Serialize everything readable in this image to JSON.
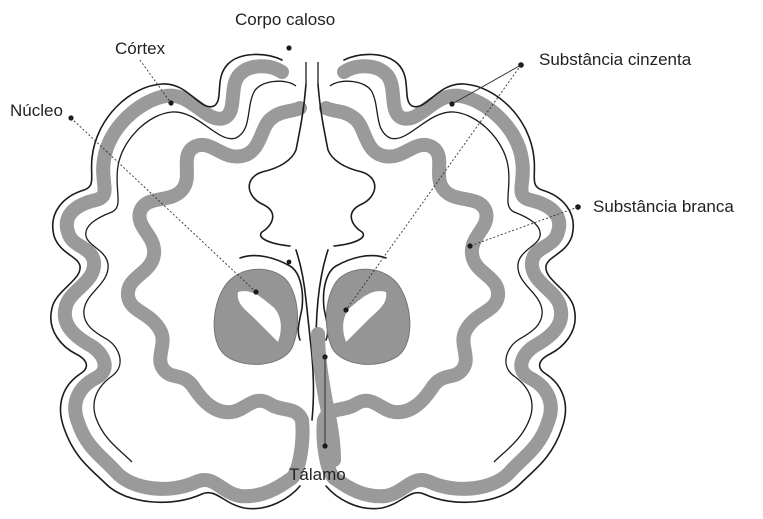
{
  "labels": {
    "corpo_caloso": "Corpo caloso",
    "cortex": "Córtex",
    "nucleo": "Núcleo",
    "substancia_cinzenta": "Substância cinzenta",
    "substancia_branca": "Substância branca",
    "talamo": "Tálamo"
  },
  "colors": {
    "gray_matter": "#9a9a9a",
    "outline": "#1c1c1c",
    "nucleus": "#959595",
    "background": "#ffffff"
  }
}
